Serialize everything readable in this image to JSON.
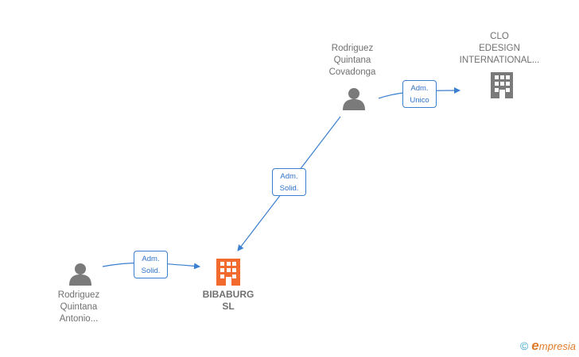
{
  "nodes": {
    "covadonga": {
      "name_lines": [
        "Rodriguez",
        "Quintana",
        "Covadonga"
      ],
      "type": "person"
    },
    "clo": {
      "name_lines": [
        "CLO",
        "EDESIGN",
        "INTERNATIONAL..."
      ],
      "type": "company"
    },
    "antonio": {
      "name_lines": [
        "Rodriguez",
        "Quintana",
        "Antonio..."
      ],
      "type": "person"
    },
    "bibaburg": {
      "name_lines": [
        "BIBABURG",
        "SL"
      ],
      "type": "company-main"
    }
  },
  "edges": {
    "covadonga_clo": {
      "lines": [
        "Adm.",
        "Unico"
      ]
    },
    "covadonga_bibaburg": {
      "lines": [
        "Adm.",
        "Solid."
      ]
    },
    "antonio_bibaburg": {
      "lines": [
        "Adm.",
        "Solid."
      ]
    }
  },
  "colors": {
    "person_icon": "#7a7a7a",
    "company_icon": "#7a7a7a",
    "main_company_icon": "#f26a2e",
    "edge": "#3a7fd0"
  },
  "footer": {
    "copyright_symbol": "©",
    "brand_initial": "e",
    "brand_rest": "mpresia"
  }
}
